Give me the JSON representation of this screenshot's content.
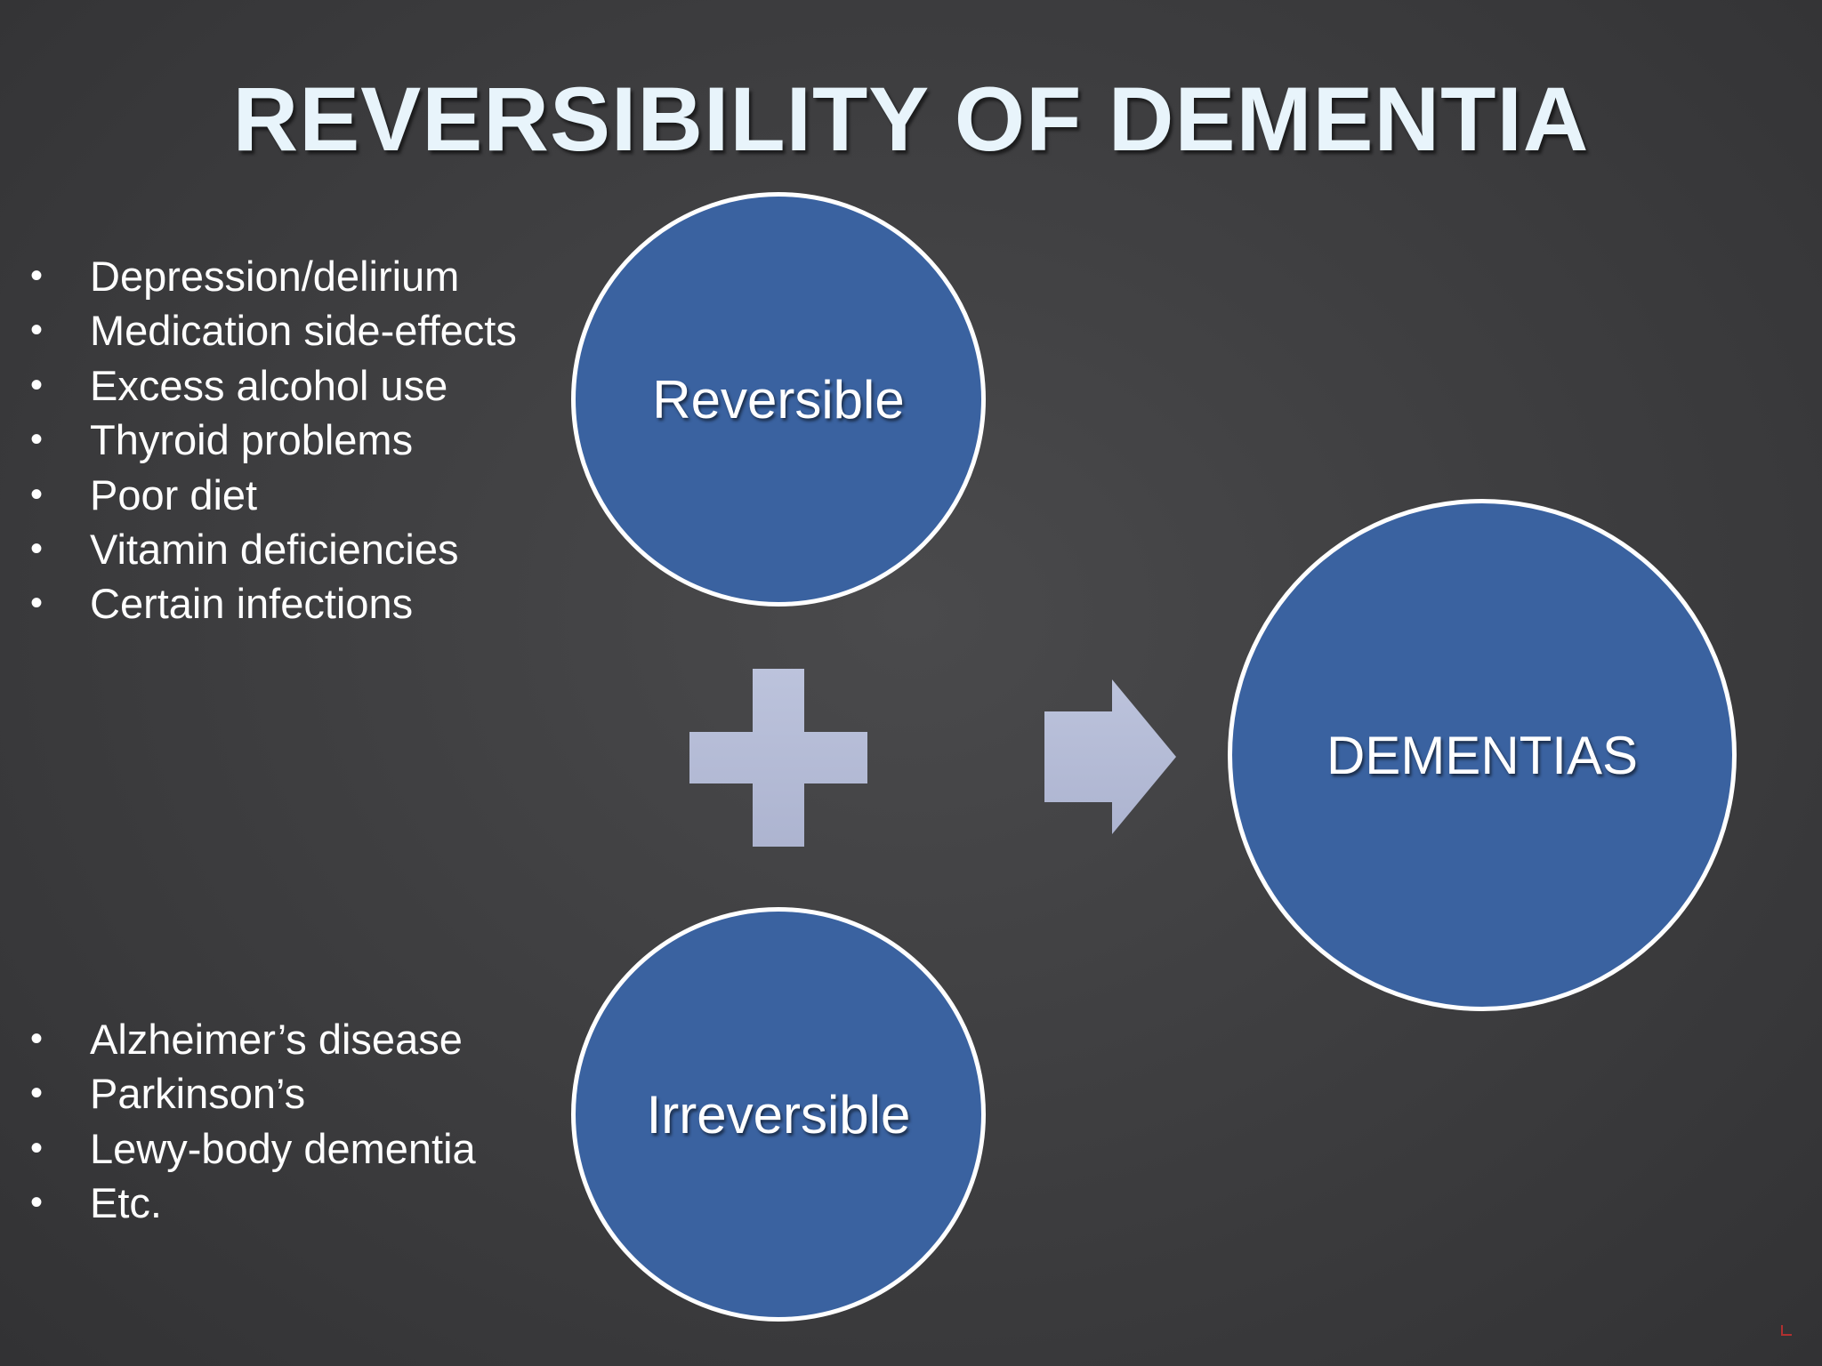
{
  "title": "REVERSIBILITY OF DEMENTIA",
  "reversible_causes": [
    "Depression/delirium",
    "Medication side-effects",
    "Excess alcohol use",
    "Thyroid problems",
    "Poor diet",
    "Vitamin deficiencies",
    "Certain infections"
  ],
  "irreversible_causes": [
    "Alzheimer’s disease",
    "Parkinson’s",
    "Lewy-body dementia",
    "Etc."
  ],
  "bullet_char": "•",
  "nodes": {
    "reversible": "Reversible",
    "irreversible": "Irreversible",
    "result": "DEMENTIAS"
  },
  "colors": {
    "circle_fill": "#3a62a0",
    "circle_border": "#ffffff",
    "connector_fill": "#b4bbd6",
    "title_text": "#e8f4fb",
    "background": "#3f3f41"
  },
  "icons": {
    "plus": "plus-icon",
    "arrow": "arrow-right-icon"
  }
}
